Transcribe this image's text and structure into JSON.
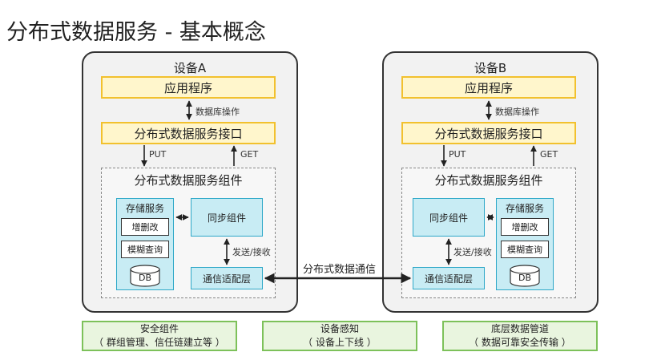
{
  "title": "分布式数据服务 - 基本概念",
  "devices": [
    {
      "name": "设备A",
      "app": "应用程序",
      "db_op": "数据库操作",
      "interface": "分布式数据服务接口",
      "put": "PUT",
      "get": "GET",
      "component": "分布式数据服务组件",
      "storage": {
        "title": "存储服务",
        "items": [
          "增删改",
          "模糊查询"
        ],
        "db": "DB"
      },
      "sync": "同步组件",
      "send_recv": "发送/接收",
      "comm": "通信适配层"
    },
    {
      "name": "设备B",
      "app": "应用程序",
      "db_op": "数据库操作",
      "interface": "分布式数据服务接口",
      "put": "PUT",
      "get": "GET",
      "component": "分布式数据服务组件",
      "storage": {
        "title": "存储服务",
        "items": [
          "增删改",
          "模糊查询"
        ],
        "db": "DB"
      },
      "sync": "同步组件",
      "send_recv": "发送/接收",
      "comm": "通信适配层"
    }
  ],
  "link_label": "分布式数据通信",
  "bottom": [
    {
      "line1": "安全组件",
      "line2": "（ 群组管理、信任链建立等 ）"
    },
    {
      "line1": "设备感知",
      "line2": "（ 设备上下线 ）"
    },
    {
      "line1": "底层数据管道",
      "line2": "（ 数据可靠安全传输 ）"
    }
  ]
}
